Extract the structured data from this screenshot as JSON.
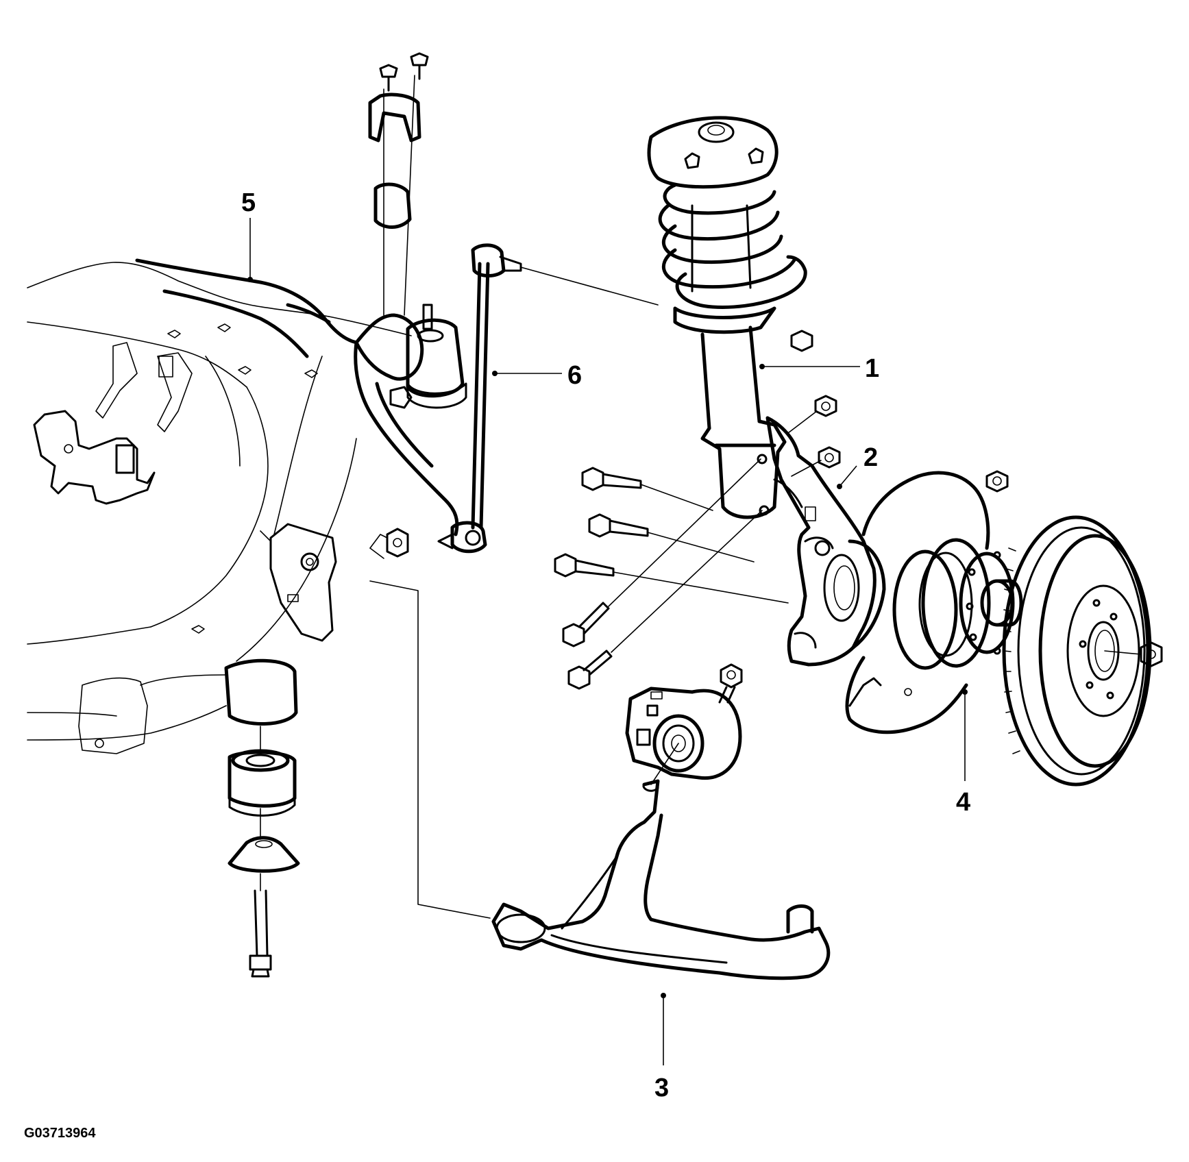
{
  "figure_id": "G03713964",
  "callouts": [
    {
      "id": "c1",
      "label": "1"
    },
    {
      "id": "c2",
      "label": "2"
    },
    {
      "id": "c3",
      "label": "3"
    },
    {
      "id": "c4",
      "label": "4"
    },
    {
      "id": "c5",
      "label": "5"
    },
    {
      "id": "c6",
      "label": "6"
    }
  ]
}
